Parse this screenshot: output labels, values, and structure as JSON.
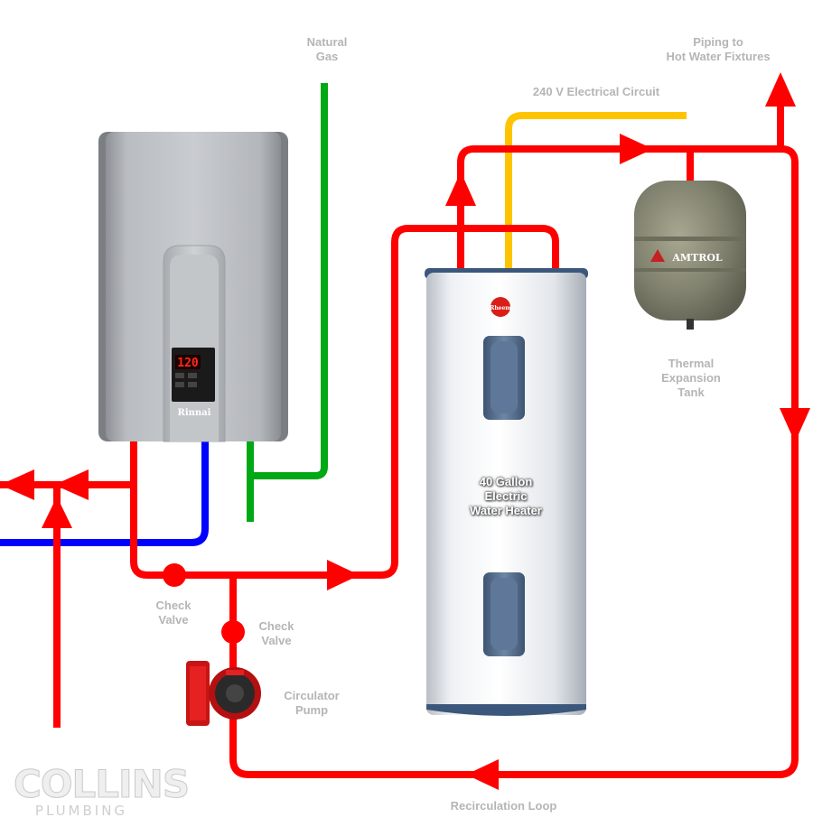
{
  "labels": {
    "natural_gas": "Natural\nGas",
    "piping_to_fixtures": "Piping to\nHot Water Fixtures",
    "electrical_circuit": "240 V Electrical Circuit",
    "thermal_expansion_tank": "Thermal\nExpansion\nTank",
    "water_heater": "40 Gallon\nElectric\nWater Heater",
    "check_valve_1": "Check\nValve",
    "check_valve_2": "Check\nValve",
    "circulator_pump": "Circulator\nPump",
    "recirculation_loop": "Recirculation Loop"
  },
  "devices": {
    "tankless_display": "120",
    "tankless_brand": "Rinnai",
    "tank_brand": "Rheem",
    "expansion_tank_brand": "AMTROL"
  },
  "logo": {
    "line1": "COLLINS",
    "line2": "PLUMBING"
  },
  "colors": {
    "hot_water": "#ff0000",
    "cold_water": "#0000ff",
    "gas": "#00a814",
    "electric": "#ffc400",
    "label_text": "#b5b5b5"
  }
}
